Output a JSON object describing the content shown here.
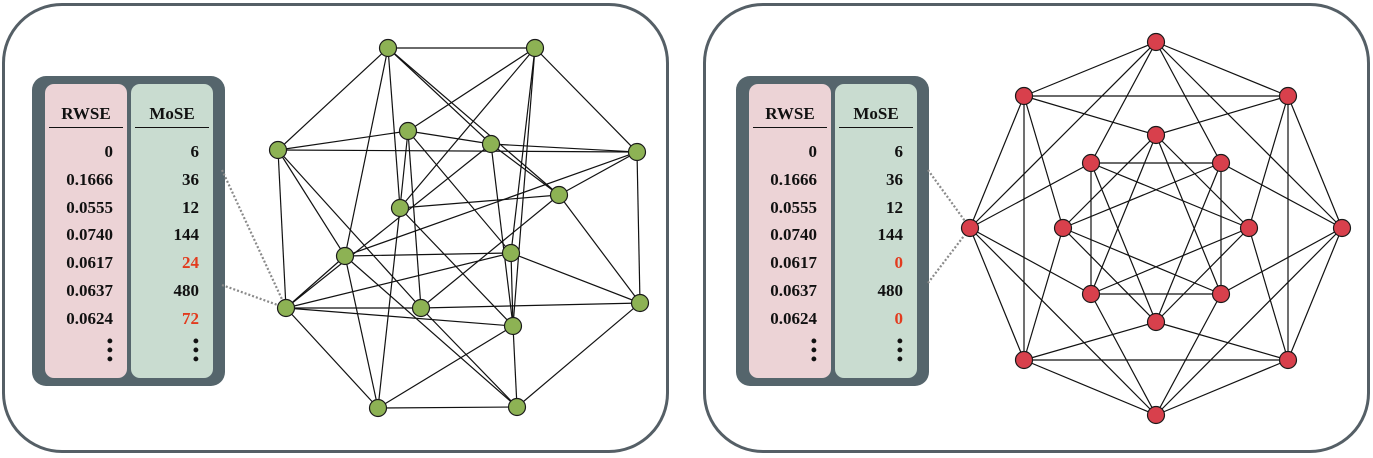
{
  "panels": [
    {
      "name": "left",
      "node_color": "#8db254",
      "table": {
        "rwse_header": "RWSE",
        "mose_header": "MoSE",
        "rwse_values": [
          "0",
          "0.1666",
          "0.0555",
          "0.0740",
          "0.0617",
          "0.0637",
          "0.0624"
        ],
        "mose_values": [
          "6",
          "36",
          "12",
          "144",
          "24",
          "480",
          "72"
        ],
        "mose_highlight": [
          false,
          false,
          false,
          false,
          true,
          false,
          true
        ],
        "ellipsis": "⋮"
      },
      "graph": {
        "nodes": [
          "A",
          "B",
          "C",
          "D",
          "E",
          "F",
          "G",
          "H",
          "I",
          "J",
          "K",
          "L",
          "M",
          "N",
          "O",
          "P"
        ],
        "edges": [
          [
            "A",
            "B"
          ],
          [
            "A",
            "C"
          ],
          [
            "A",
            "E"
          ],
          [
            "A",
            "H"
          ],
          [
            "A",
            "G"
          ],
          [
            "A",
            "I"
          ],
          [
            "B",
            "D"
          ],
          [
            "B",
            "F"
          ],
          [
            "B",
            "G"
          ],
          [
            "B",
            "J"
          ],
          [
            "B",
            "M"
          ],
          [
            "C",
            "D"
          ],
          [
            "C",
            "F"
          ],
          [
            "C",
            "K"
          ],
          [
            "C",
            "I"
          ],
          [
            "C",
            "L"
          ],
          [
            "D",
            "E"
          ],
          [
            "D",
            "G"
          ],
          [
            "D",
            "L"
          ],
          [
            "D",
            "J"
          ],
          [
            "E",
            "F"
          ],
          [
            "E",
            "H"
          ],
          [
            "E",
            "M"
          ],
          [
            "E",
            "K"
          ],
          [
            "F",
            "H"
          ],
          [
            "F",
            "N"
          ],
          [
            "F",
            "I"
          ],
          [
            "G",
            "H"
          ],
          [
            "G",
            "O"
          ],
          [
            "G",
            "M"
          ],
          [
            "H",
            "N"
          ],
          [
            "H",
            "L"
          ],
          [
            "I",
            "J"
          ],
          [
            "I",
            "O"
          ],
          [
            "I",
            "P"
          ],
          [
            "I",
            "K"
          ],
          [
            "J",
            "M"
          ],
          [
            "J",
            "N"
          ],
          [
            "J",
            "K"
          ],
          [
            "K",
            "L"
          ],
          [
            "K",
            "O"
          ],
          [
            "K",
            "M"
          ],
          [
            "L",
            "N"
          ],
          [
            "L",
            "P"
          ],
          [
            "M",
            "O"
          ],
          [
            "M",
            "P"
          ],
          [
            "N",
            "P"
          ],
          [
            "O",
            "P"
          ]
        ],
        "connector_nodes": [
          "K"
        ]
      }
    },
    {
      "name": "right",
      "node_color": "#d8404c",
      "table": {
        "rwse_header": "RWSE",
        "mose_header": "MoSE",
        "rwse_values": [
          "0",
          "0.1666",
          "0.0555",
          "0.0740",
          "0.0617",
          "0.0637",
          "0.0624"
        ],
        "mose_values": [
          "6",
          "36",
          "12",
          "144",
          "0",
          "480",
          "0"
        ],
        "mose_highlight": [
          false,
          false,
          false,
          false,
          true,
          false,
          true
        ],
        "ellipsis": "⋮"
      },
      "graph": {
        "nodes": [
          "top",
          "TL",
          "TR",
          "L",
          "R",
          "BL",
          "BR",
          "bot",
          "it",
          "itl",
          "itr",
          "il",
          "ir",
          "ibl",
          "ibr",
          "ib"
        ],
        "edges": [
          [
            "top",
            "TL"
          ],
          [
            "top",
            "TR"
          ],
          [
            "top",
            "itl"
          ],
          [
            "top",
            "itr"
          ],
          [
            "top",
            "L"
          ],
          [
            "top",
            "R"
          ],
          [
            "TL",
            "TR"
          ],
          [
            "TL",
            "it"
          ],
          [
            "TL",
            "L"
          ],
          [
            "TL",
            "BL"
          ],
          [
            "TL",
            "il"
          ],
          [
            "TR",
            "it"
          ],
          [
            "TR",
            "R"
          ],
          [
            "TR",
            "BR"
          ],
          [
            "TR",
            "ir"
          ],
          [
            "L",
            "BL"
          ],
          [
            "L",
            "bot"
          ],
          [
            "L",
            "itl"
          ],
          [
            "L",
            "ibl"
          ],
          [
            "R",
            "BR"
          ],
          [
            "R",
            "bot"
          ],
          [
            "R",
            "itr"
          ],
          [
            "R",
            "ibr"
          ],
          [
            "BL",
            "BR"
          ],
          [
            "BL",
            "ib"
          ],
          [
            "BL",
            "bot"
          ],
          [
            "BL",
            "il"
          ],
          [
            "BR",
            "ib"
          ],
          [
            "BR",
            "bot"
          ],
          [
            "BR",
            "ir"
          ],
          [
            "bot",
            "ibl"
          ],
          [
            "bot",
            "ibr"
          ],
          [
            "it",
            "ibl"
          ],
          [
            "it",
            "ibr"
          ],
          [
            "it",
            "il"
          ],
          [
            "it",
            "ir"
          ],
          [
            "itl",
            "itr"
          ],
          [
            "itl",
            "ibl"
          ],
          [
            "itl",
            "ib"
          ],
          [
            "itl",
            "ir"
          ],
          [
            "itr",
            "ibr"
          ],
          [
            "itr",
            "ib"
          ],
          [
            "itr",
            "il"
          ],
          [
            "il",
            "ibr"
          ],
          [
            "ir",
            "ibl"
          ],
          [
            "ibl",
            "ibr"
          ],
          [
            "ib",
            "il"
          ],
          [
            "ib",
            "ir"
          ]
        ],
        "connector_nodes": [
          "L"
        ]
      }
    }
  ]
}
